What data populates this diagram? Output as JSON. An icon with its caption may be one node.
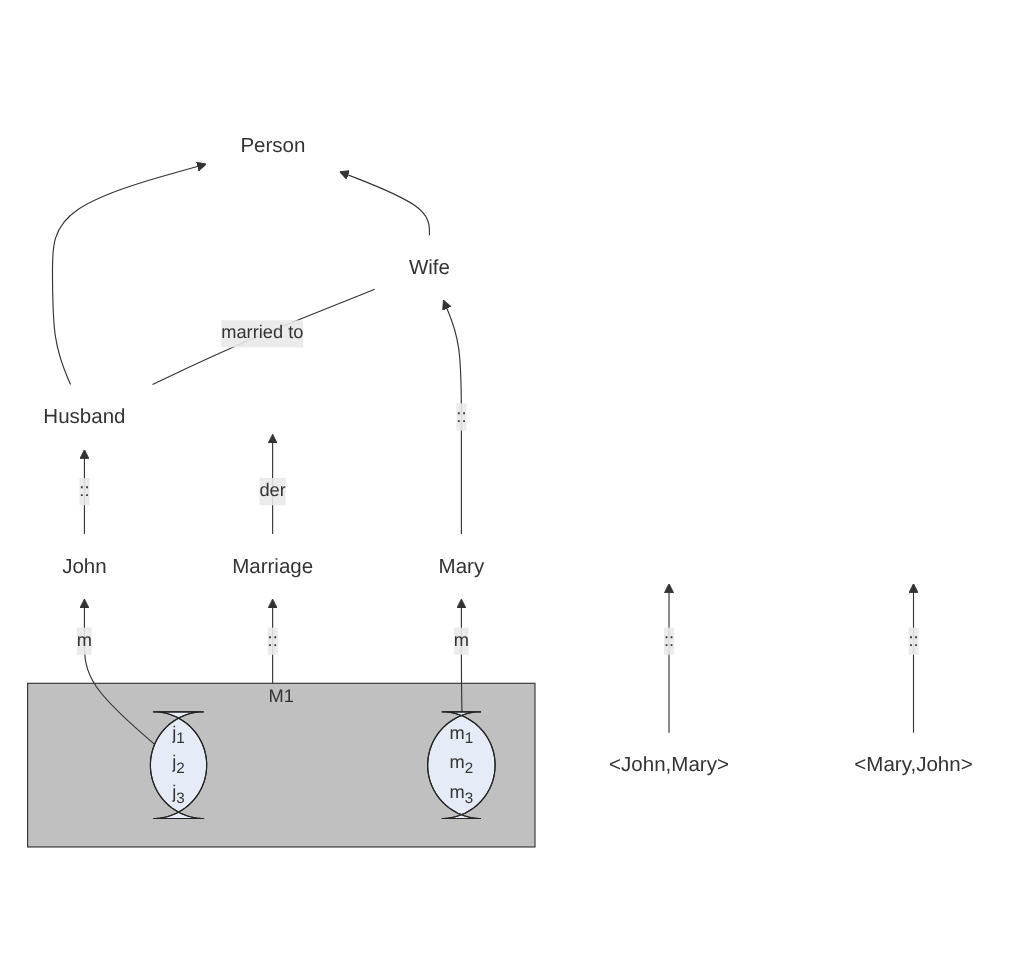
{
  "diagram": {
    "nodes": [
      {
        "text": [
          "Person"
        ]
      },
      {
        "text": [
          "Husband"
        ]
      },
      {
        "text": [
          "Wife"
        ]
      },
      {
        "text": [
          "<John,Mary>"
        ]
      },
      {
        "text": [
          "<Mary,John>"
        ]
      },
      {
        "text": [
          "Marriage"
        ]
      },
      {
        "text": [
          "M1"
        ]
      },
      {
        "text": [
          "j$_{1}$",
          "j$_{2}$",
          "j$_{3}$"
        ],
        "in": 6
      },
      {
        "text": [
          "John"
        ]
      },
      {
        "text": [
          "m$_{1}$",
          "m$_{2}$",
          "m$_{3}$"
        ],
        "in": 6
      },
      {
        "text": [
          "Mary"
        ]
      }
    ],
    "edges": [
      {
        "from": 1,
        "to": 0,
        "arrow": "to"
      },
      {
        "from": 2,
        "to": 0,
        "arrow": "to"
      },
      {
        "from": 1,
        "to": 2,
        "arrow": "none",
        "label": "married to"
      },
      {
        "from": 3,
        "to": null,
        "arrow": "to",
        "label": "::"
      },
      {
        "from": 5,
        "to": null,
        "arrow": "to",
        "label": "der"
      },
      {
        "from": 4,
        "to": null,
        "arrow": "to",
        "label": "::"
      },
      {
        "from": 8,
        "to": 1,
        "arrow": "to",
        "label": "::"
      },
      {
        "from": 10,
        "to": 2,
        "arrow": "to",
        "label": "::"
      },
      {
        "from": 6,
        "to": 5,
        "arrow": "to",
        "label": "::"
      },
      {
        "from": 7,
        "to": 8,
        "arrow": "to",
        "label": "m"
      },
      {
        "from": 9,
        "to": 10,
        "arrow": "to",
        "label": "m"
      }
    ]
  }
}
